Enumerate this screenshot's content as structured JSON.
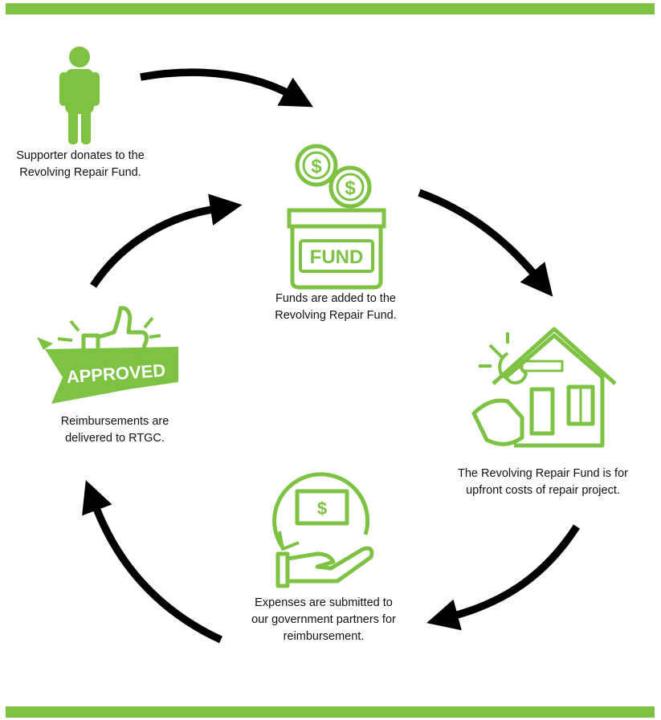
{
  "colors": {
    "accent": "#7dc242",
    "arrow": "#000000",
    "text": "#111111"
  },
  "steps": [
    {
      "icon": "person-icon",
      "lines": [
        "Supporter donates to the",
        "Revolving Repair Fund."
      ]
    },
    {
      "icon": "fund-jar-icon",
      "icon_text": "FUND",
      "lines": [
        "Funds are added to the",
        "Revolving Repair Fund."
      ]
    },
    {
      "icon": "house-repair-icon",
      "lines": [
        "The Revolving Repair Fund is for",
        "upfront costs of repair project."
      ]
    },
    {
      "icon": "money-hand-icon",
      "icon_text": "$",
      "lines": [
        "Expenses are submitted to",
        "our government partners for",
        "reimbursement."
      ]
    },
    {
      "icon": "approved-badge-icon",
      "icon_text": "APPROVED",
      "lines": [
        "Reimbursements are",
        "delivered to RTGC."
      ]
    }
  ]
}
